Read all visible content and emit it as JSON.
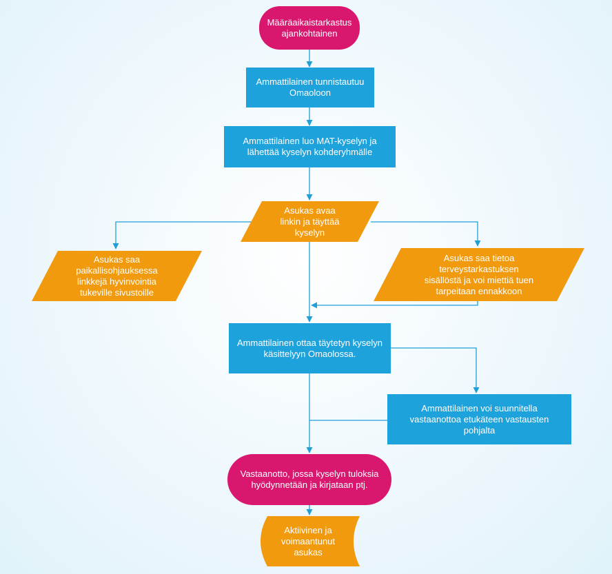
{
  "colors": {
    "terminal": "#d9176e",
    "process": "#1ea2dc",
    "parallelogram": "#f29a0e",
    "connector": "#1f9fd8"
  },
  "nodes": {
    "start": "Määräaikaistarkastus\najankohtainen",
    "login": "Ammattilainen tunnistautuu\nOmaoloon",
    "create_survey": "Ammattilainen luo MAT-kyselyn ja\nlähettää kyselyn kohderyhmälle",
    "open_link": "Asukas avaa\nlinkin ja täyttää\nkyselyn",
    "links_info": "Asukas saa\npaikallisohjauksessa\nlinkkejä hyvinvointia\ntukeville sivustoille",
    "checkup_info": "Asukas saa tietoa\nterveystarkastuksen\nsisällöstä ja voi miettiä tuen\ntarpeitaan ennakkoon",
    "process_survey": "Ammattilainen ottaa täytetyn kyselyn\nkäsittelyyn Omaolossa.",
    "plan_visit": "Ammattilainen voi suunnitella\nvastaanottoa etukäteen vastausten\npohjalta",
    "appointment": "Vastaanotto, jossa kyselyn tuloksia\nhyödynnetään ja kirjataan ptj.",
    "outcome": "Aktiivinen ja\nvoimaantunut\nasukas"
  }
}
